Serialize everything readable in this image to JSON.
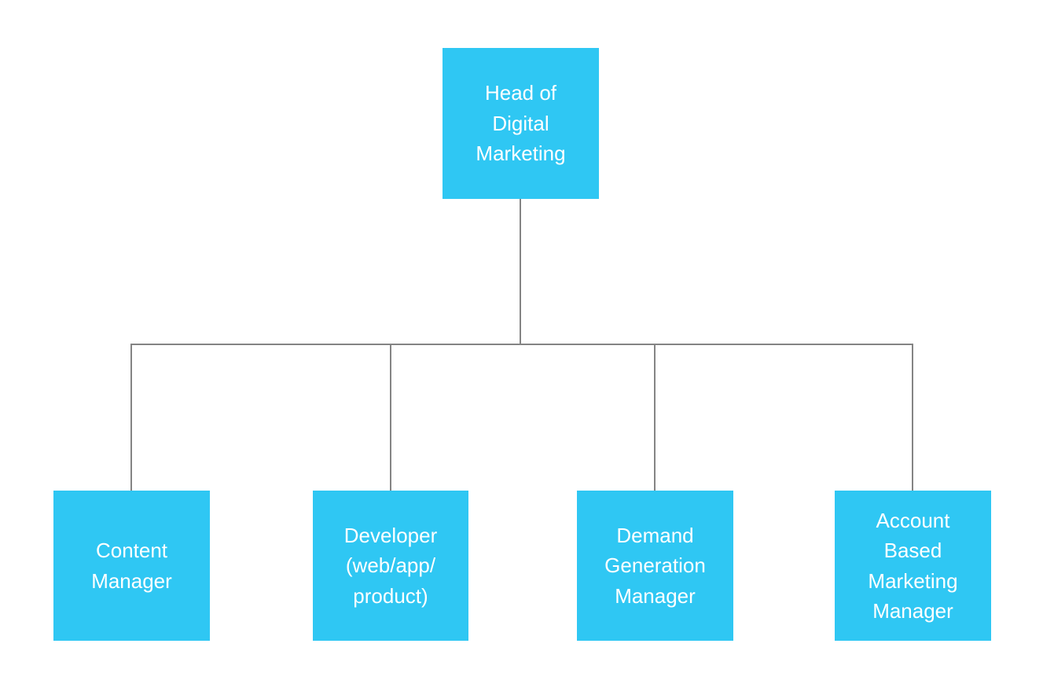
{
  "diagram": {
    "type": "org-chart",
    "colors": {
      "node_fill": "#2fc7f3",
      "node_text": "#ffffff",
      "connector": "#848484",
      "background": "#ffffff"
    },
    "nodes": {
      "head": {
        "label": "Head of\nDigital\nMarketing"
      },
      "content": {
        "label": "Content\nManager"
      },
      "developer": {
        "label": "Developer\n(web/app/\nproduct)"
      },
      "demand": {
        "label": "Demand\nGeneration\nManager"
      },
      "account": {
        "label": "Account\nBased\nMarketing\nManager"
      }
    },
    "hierarchy": {
      "root": "Head of Digital Marketing",
      "children": [
        "Content Manager",
        "Developer (web/app/product)",
        "Demand Generation Manager",
        "Account Based Marketing Manager"
      ]
    }
  }
}
